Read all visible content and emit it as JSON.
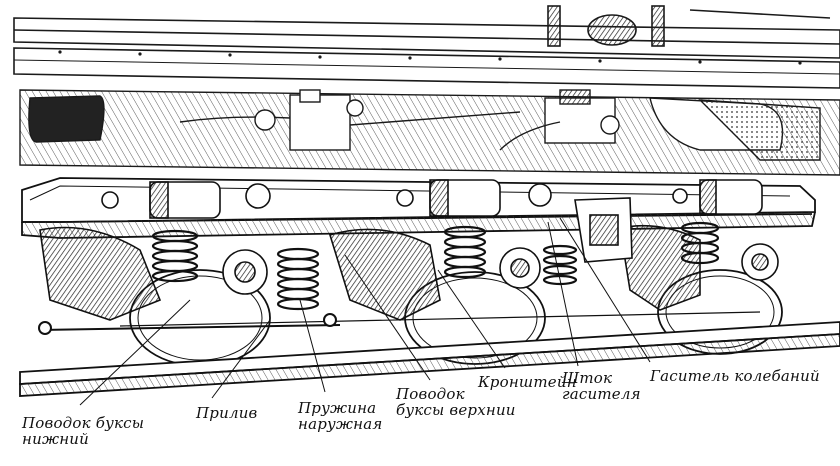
{
  "diagram": {
    "subject": "locomotive bogie with wheelset axle-box suspension",
    "colors": {
      "ink": "#1a1a1a",
      "paper": "#ffffff",
      "shade": "#555555"
    },
    "labels": [
      {
        "id": "povodok-nizhniy",
        "lines": [
          "Поводок буксы",
          "нижний"
        ]
      },
      {
        "id": "priliv",
        "lines": [
          "Прилив"
        ]
      },
      {
        "id": "pruzhina",
        "lines": [
          "Пружина",
          "наружная"
        ]
      },
      {
        "id": "povodok-verhniy",
        "lines": [
          "Поводок",
          "буксы верхнии"
        ]
      },
      {
        "id": "kronshteyn",
        "lines": [
          "Кронштейн"
        ]
      },
      {
        "id": "shtok",
        "lines": [
          "Шток",
          "гасителя"
        ]
      },
      {
        "id": "gasitel",
        "lines": [
          "Гаситель колебаний"
        ]
      }
    ]
  }
}
